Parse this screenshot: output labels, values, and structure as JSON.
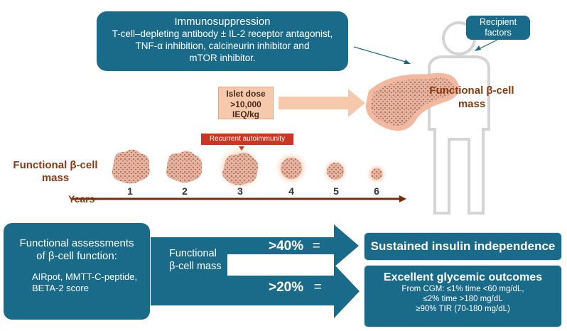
{
  "immunosuppression": {
    "title": "Immunosuppression",
    "lines": [
      "T-cell–depleting antibody ± IL-2 receptor antagonist,",
      "TNF-α inhibition, calcineurin inhibitor and",
      "mTOR inhibitor."
    ]
  },
  "recipient_factors": [
    "Recipient",
    "factors"
  ],
  "islet_dose": [
    "Islet dose",
    ">10,000",
    "IEQ/kg"
  ],
  "functional_mass_right": [
    "Functional β-cell",
    "mass"
  ],
  "functional_mass_left": [
    "Functional β-cell",
    "mass"
  ],
  "recurrent_autoimmunity": "Recurrent autoimmunity",
  "years_label": "Years",
  "years": [
    "1",
    "2",
    "3",
    "4",
    "5",
    "6"
  ],
  "assessments": {
    "heading": [
      "Functional assessments",
      "of β-cell function:"
    ],
    "items": [
      "AIRpot, MMTT-C-peptide,",
      "BETA-2 score"
    ]
  },
  "functional_mass_mid": [
    "Functional",
    "β-cell mass"
  ],
  "thresholds": [
    {
      "value": ">40%",
      "eq": "="
    },
    {
      "value": ">20%",
      "eq": "="
    }
  ],
  "outcome1": "Sustained insulin independence",
  "outcome2": {
    "title": "Excellent glycemic outcomes",
    "lines": [
      "From CGM:  ≤1% time <60 mg/dL,",
      "≤2% time >180 mg/dL",
      "≥90% TIR (70-180 mg/dL)"
    ]
  },
  "colors": {
    "teal": "#1a6a8a",
    "brown": "#8b3a12",
    "red": "#cc3522",
    "islet": "#e9b7a1"
  }
}
